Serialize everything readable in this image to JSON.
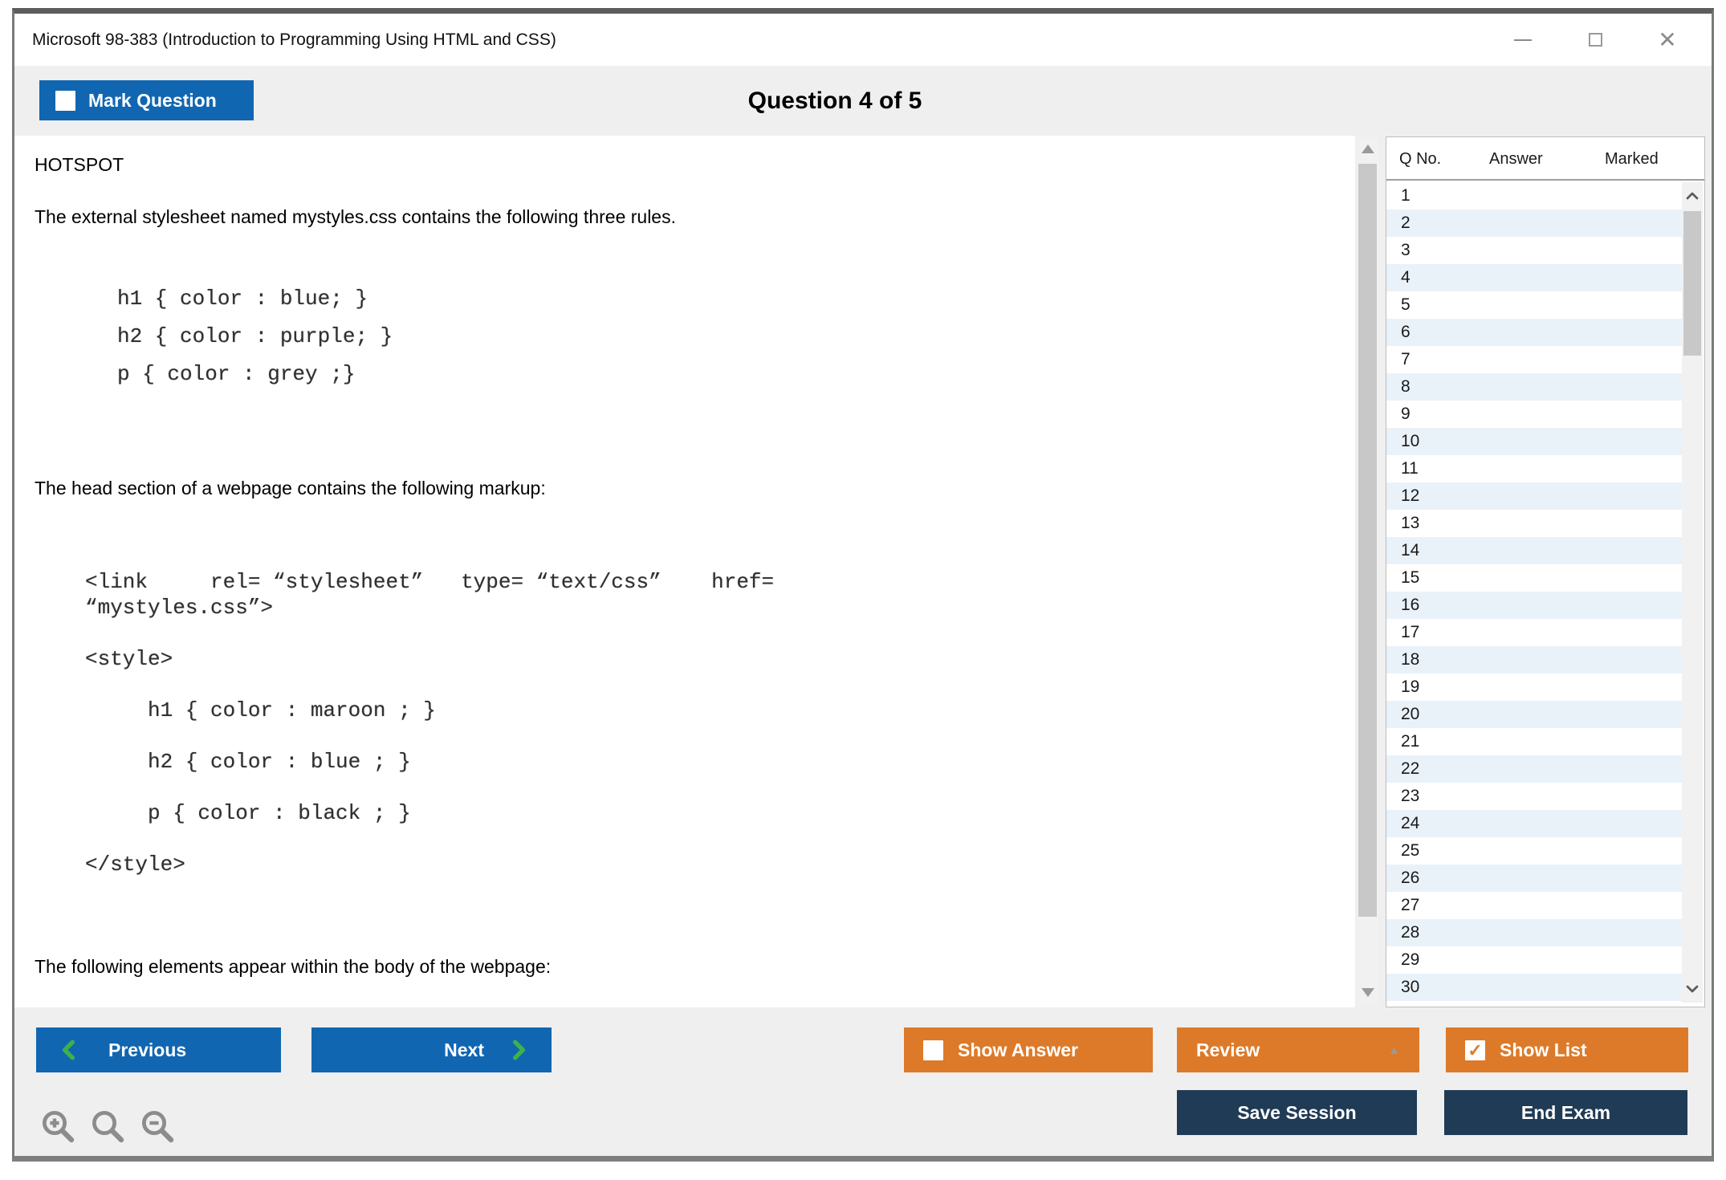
{
  "window": {
    "title": "Microsoft 98-383 (Introduction to Programming Using HTML and CSS)"
  },
  "icons": {
    "close": "✕",
    "review_dropdown": "▲"
  },
  "colors": {
    "accent_blue": "#1166b1",
    "accent_orange": "#dd7a29",
    "navy": "#1f3b55",
    "chevron_green": "#3db249",
    "row_stripe": "#eaf2f9"
  },
  "header": {
    "mark_question_label": "Mark Question",
    "question_counter": "Question 4 of 5"
  },
  "question": {
    "type_label": "HOTSPOT",
    "intro": "The external stylesheet named mystyles.css contains the following three rules.",
    "stylesheet_code": "h1 { color : blue; }\nh2 { color : purple; }\np { color : grey ;}",
    "head_intro": "The head section of a webpage contains the following markup:",
    "head_markup_code": "<link     rel= “stylesheet”   type= “text/css”    href=\n“mystyles.css”>\n\n<style>\n\n     h1 { color : maroon ; }\n\n     h2 { color : blue ; }\n\n     p { color : black ; }\n\n</style>",
    "body_intro": "The following elements appear within the body of the webpage:"
  },
  "question_list": {
    "columns": [
      "Q No.",
      "Answer",
      "Marked"
    ],
    "rows": [
      "1",
      "2",
      "3",
      "4",
      "5",
      "6",
      "7",
      "8",
      "9",
      "10",
      "11",
      "12",
      "13",
      "14",
      "15",
      "16",
      "17",
      "18",
      "19",
      "20",
      "21",
      "22",
      "23",
      "24",
      "25",
      "26",
      "27",
      "28",
      "29",
      "30"
    ]
  },
  "toolbar": {
    "previous_label": "Previous",
    "next_label": "Next",
    "show_answer_label": "Show Answer",
    "review_label": "Review",
    "show_list_label": "Show List",
    "save_session_label": "Save Session",
    "end_exam_label": "End Exam",
    "show_list_checked": "✓"
  }
}
